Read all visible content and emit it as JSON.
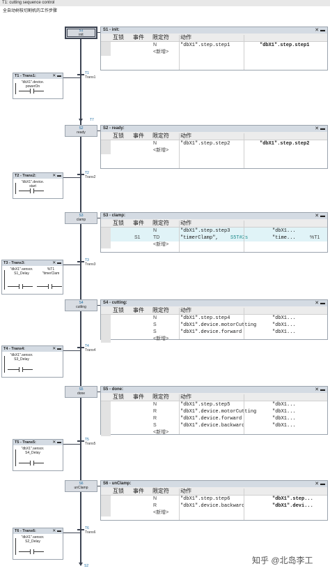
{
  "header": {
    "title": "T1: cutting sequence control",
    "subtitle": "全自动树枝切割机的工作步骤"
  },
  "columns": {
    "interlock": "互锁",
    "event": "事件",
    "qualifier": "限定符",
    "action": "动作"
  },
  "steps": [
    {
      "num": "S1",
      "name": "init",
      "title": "S1 - init:",
      "rows": [
        {
          "event": "",
          "q": "N",
          "action": "\"dbX1\".step.step1",
          "extra": "",
          "result": "\"dbX1\".step.step1",
          "val": ""
        },
        {
          "event": "",
          "q": "<新增>",
          "action": "",
          "extra": "",
          "result": "",
          "val": ""
        }
      ]
    },
    {
      "num": "S2",
      "name": "ready",
      "title": "S2 - ready:",
      "rows": [
        {
          "event": "",
          "q": "N",
          "action": "\"dbX1\".step.step2",
          "extra": "",
          "result": "\"dbX1\".step.step2",
          "val": ""
        },
        {
          "event": "",
          "q": "<新增>",
          "action": "",
          "extra": "",
          "result": "",
          "val": ""
        }
      ]
    },
    {
      "num": "S3",
      "name": "clamp",
      "title": "S3 - clamp:",
      "rows": [
        {
          "event": "",
          "q": "N",
          "action": "\"dbX1\".step.step3",
          "extra": "",
          "result": "\"dbX1...",
          "val": ""
        },
        {
          "event": "S1",
          "q": "TD",
          "action": "\"timerClamp\",",
          "extra": "S5T#2s",
          "result": "\"time...",
          "val": "%T1"
        },
        {
          "event": "",
          "q": "<新增>",
          "action": "",
          "extra": "",
          "result": "",
          "val": ""
        }
      ]
    },
    {
      "num": "S4",
      "name": "cutting",
      "title": "S4 - cutting:",
      "rows": [
        {
          "event": "",
          "q": "N",
          "action": "\"dbX1\".step.step4",
          "extra": "",
          "result": "\"dbX1...",
          "val": ""
        },
        {
          "event": "",
          "q": "S",
          "action": "\"dbX1\".device.motorCutting",
          "extra": "",
          "result": "\"dbX1...",
          "val": ""
        },
        {
          "event": "",
          "q": "S",
          "action": "\"dbX1\".device.forward",
          "extra": "",
          "result": "\"dbX1...",
          "val": ""
        },
        {
          "event": "",
          "q": "<新增>",
          "action": "",
          "extra": "",
          "result": "",
          "val": ""
        }
      ]
    },
    {
      "num": "S5",
      "name": "done",
      "title": "S5 - done:",
      "rows": [
        {
          "event": "",
          "q": "N",
          "action": "\"dbX1\".step.step5",
          "extra": "",
          "result": "\"dbX1...",
          "val": ""
        },
        {
          "event": "",
          "q": "R",
          "action": "\"dbX1\".device.motorCutting",
          "extra": "",
          "result": "\"dbX1...",
          "val": ""
        },
        {
          "event": "",
          "q": "R",
          "action": "\"dbX1\".device.forward",
          "extra": "",
          "result": "\"dbX1...",
          "val": ""
        },
        {
          "event": "",
          "q": "S",
          "action": "\"dbX1\".device.backward",
          "extra": "",
          "result": "\"dbX1...",
          "val": ""
        },
        {
          "event": "",
          "q": "<新增>",
          "action": "",
          "extra": "",
          "result": "",
          "val": ""
        }
      ]
    },
    {
      "num": "S6",
      "name": "unClamp",
      "title": "S6 - unClamp:",
      "rows": [
        {
          "event": "",
          "q": "N",
          "action": "\"dbX1\".step.step6",
          "extra": "",
          "result": "\"dbX1\".step...",
          "val": ""
        },
        {
          "event": "",
          "q": "R",
          "action": "\"dbX1\".device.backward",
          "extra": "",
          "result": "\"dbX1\".devi...",
          "val": ""
        },
        {
          "event": "",
          "q": "<新增>",
          "action": "",
          "extra": "",
          "result": "",
          "val": ""
        }
      ]
    }
  ],
  "transitions": [
    {
      "num": "T1",
      "name": "Trans1",
      "title": "T1 - Trans1:",
      "contacts": [
        {
          "text": "\"dbX1\".device.\npowerOn"
        }
      ]
    },
    {
      "num": "T2",
      "name": "Trans2",
      "title": "T2 - Trans2:",
      "contacts": [
        {
          "text": "\"dbX1\".device.\nstart"
        }
      ]
    },
    {
      "num": "T3",
      "name": "Trans3",
      "title": "T3 - Trans3:",
      "contacts": [
        {
          "text": "\"dbX1\".sensor.\nS1_Delay"
        },
        {
          "text": "%T1\n\"timerClam"
        }
      ]
    },
    {
      "num": "T4",
      "name": "Trans4",
      "title": "T4 - Trans4:",
      "contacts": [
        {
          "text": "\"dbX1\".sensor.\nS3_Delay"
        }
      ]
    },
    {
      "num": "T5",
      "name": "Trans5",
      "title": "T5 - Trans5:",
      "contacts": [
        {
          "text": "\"dbX1\".sensor.\nS4_Delay"
        }
      ]
    },
    {
      "num": "T6",
      "name": "Trans6",
      "title": "T6 - Trans6:",
      "contacts": [
        {
          "text": "\"dbX1\".sensor.\nS2_Delay"
        }
      ]
    }
  ],
  "jump_label": "T7",
  "end_jump_label": "S2",
  "controls": "✕ ▬",
  "watermark": "知乎 @北岛李工"
}
